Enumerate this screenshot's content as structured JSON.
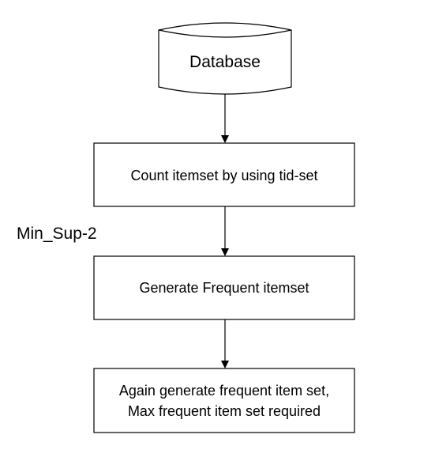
{
  "diagram": {
    "database_label": "Database",
    "step1_label": "Count itemset by using tid-set",
    "side_label": "Min_Sup-2",
    "step2_label": "Generate Frequent itemset",
    "step3_line1": "Again generate frequent item set,",
    "step3_line2": "Max frequent item set required"
  },
  "colors": {
    "stroke": "#000000",
    "fill": "#ffffff",
    "text": "#000000"
  }
}
